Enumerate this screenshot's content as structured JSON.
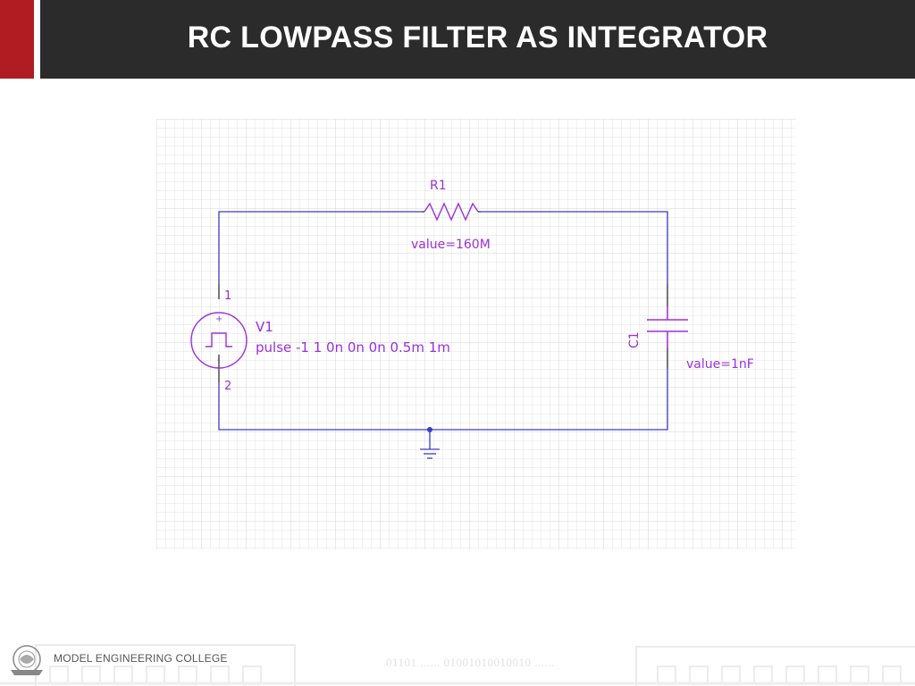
{
  "header": {
    "title": "RC LOWPASS FILTER AS INTEGRATOR"
  },
  "colors": {
    "accent": "#b01c22",
    "header_bg": "#2b2b2b",
    "wire": "#3a3acd",
    "component": "#9b30d9"
  },
  "schematic": {
    "resistor": {
      "name": "R1",
      "value": "value=160M"
    },
    "source": {
      "name": "V1",
      "spec": "pulse -1 1 0n 0n 0n 0.5m 1m",
      "pin_top": "1",
      "pin_bottom": "2",
      "plus": "+",
      "minus": "-"
    },
    "capacitor": {
      "name": "C1",
      "value": "value=1nF"
    }
  },
  "footer": {
    "college": "MODEL ENGINEERING COLLEGE",
    "binary": "01101 ...... 01001010010010 ......"
  }
}
